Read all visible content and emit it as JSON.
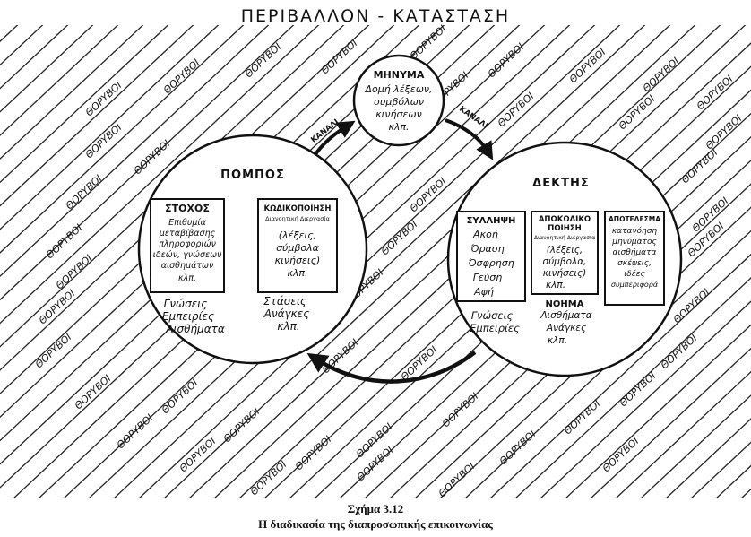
{
  "title": "ΠΕΡΙΒΑΛΛΟΝ - ΚΑΤΑΣΤΑΣΗ",
  "noise_label": "ΘΟΡΥΒΟΙ",
  "channel_label": "ΚΑΝΑΛΙ",
  "message": {
    "title": "ΜΗΝΥΜΑ",
    "lines": [
      "Δομή λέξεων,",
      "συμβόλων",
      "κινήσεων",
      "κλπ."
    ]
  },
  "sender": {
    "title": "ΠΟΜΠΟΣ",
    "goal": {
      "title": "ΣΤΟΧΟΣ",
      "lines": [
        "Επιθυμία",
        "μεταβίβασης",
        "πληροφοριών",
        "ιδεών, γνώσεων",
        "αισθημάτων",
        "κλπ."
      ]
    },
    "encoding": {
      "title": "ΚΩΔΙΚΟΠΟΙΗΣΗ",
      "subtitle": "Διανοητική Διεργασία",
      "lines": [
        "(λέξεις,",
        "σύμβολα",
        "κινήσεις)",
        "κλπ."
      ]
    },
    "bottom_left": [
      "Γνώσεις",
      "Εμπειρίες",
      "Αισθήματα"
    ],
    "bottom_right": [
      "Στάσεις",
      "Ανάγκες",
      "κλπ."
    ]
  },
  "receiver": {
    "title": "ΔΕΚΤΗΣ",
    "perception": {
      "title": "ΣΥΛΛΗΨΗ",
      "lines": [
        "Ακοή",
        "Όραση",
        "Όσφρηση",
        "Γεύση",
        "Αφή"
      ]
    },
    "decoding": {
      "title_lines": [
        "ΑΠΟΚΩΔΙΚΟ",
        "ΠΟΙΗΣΗ"
      ],
      "subtitle": "Διανοητική Διεργασία",
      "lines": [
        "(λέξεις,",
        "σύμβολα,",
        "κινήσεις)",
        "κλπ."
      ]
    },
    "result": {
      "title": "ΑΠΟΤΕΛΕΣΜΑ",
      "lines": [
        "κατανόηση",
        "μηνύματος",
        "αισθήματα",
        "σκέψεις,",
        "ιδέες",
        "συμπεριφορά"
      ]
    },
    "bottom_left": [
      "Γνώσεις",
      "Εμπειρίες"
    ],
    "meaning": [
      "ΝΟΗΜΑ",
      "Αισθήματα",
      "Ανάγκες",
      "κλπ."
    ]
  },
  "caption": {
    "number": "Σχήμα 3.12",
    "title": "Η διαδικασία της διαπροσωπικής επικοινωνίας"
  }
}
